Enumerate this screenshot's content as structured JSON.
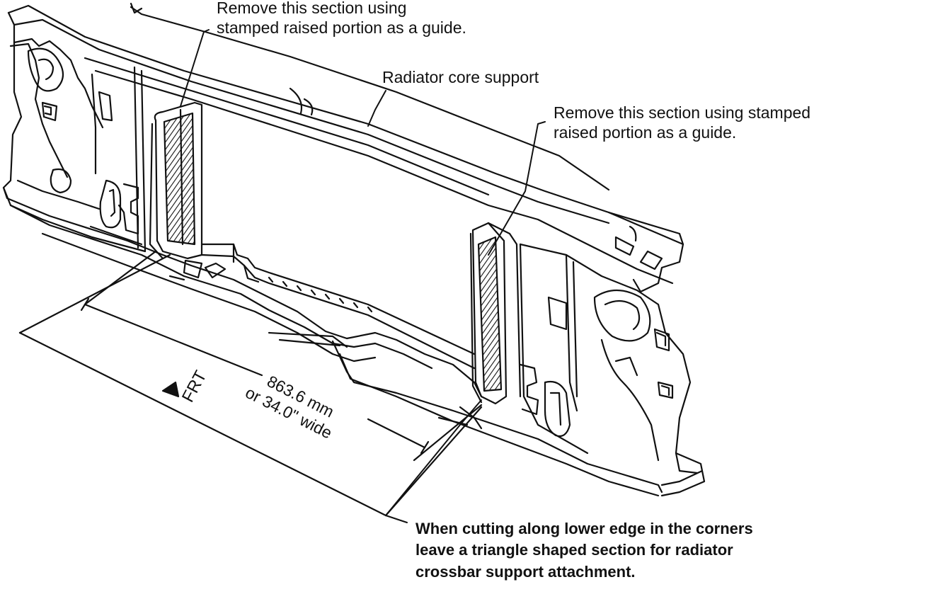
{
  "labels": {
    "top_left_note": {
      "line1": "Remove this section using",
      "line2": "stamped raised portion as a guide."
    },
    "core_support": "Radiator core support",
    "right_note": {
      "line1": "Remove this section using stamped",
      "line2": "raised portion as a guide."
    },
    "front_marker": "FRT",
    "dimension": {
      "line1": "863.6 mm",
      "line2": "or 34.0\" wide"
    },
    "bottom_note": {
      "line1": "When cutting along lower edge in the corners",
      "line2": "leave a triangle shaped section for radiator",
      "line3": "crossbar support attachment."
    }
  },
  "colors": {
    "ink": "#111111",
    "paper": "#ffffff"
  }
}
